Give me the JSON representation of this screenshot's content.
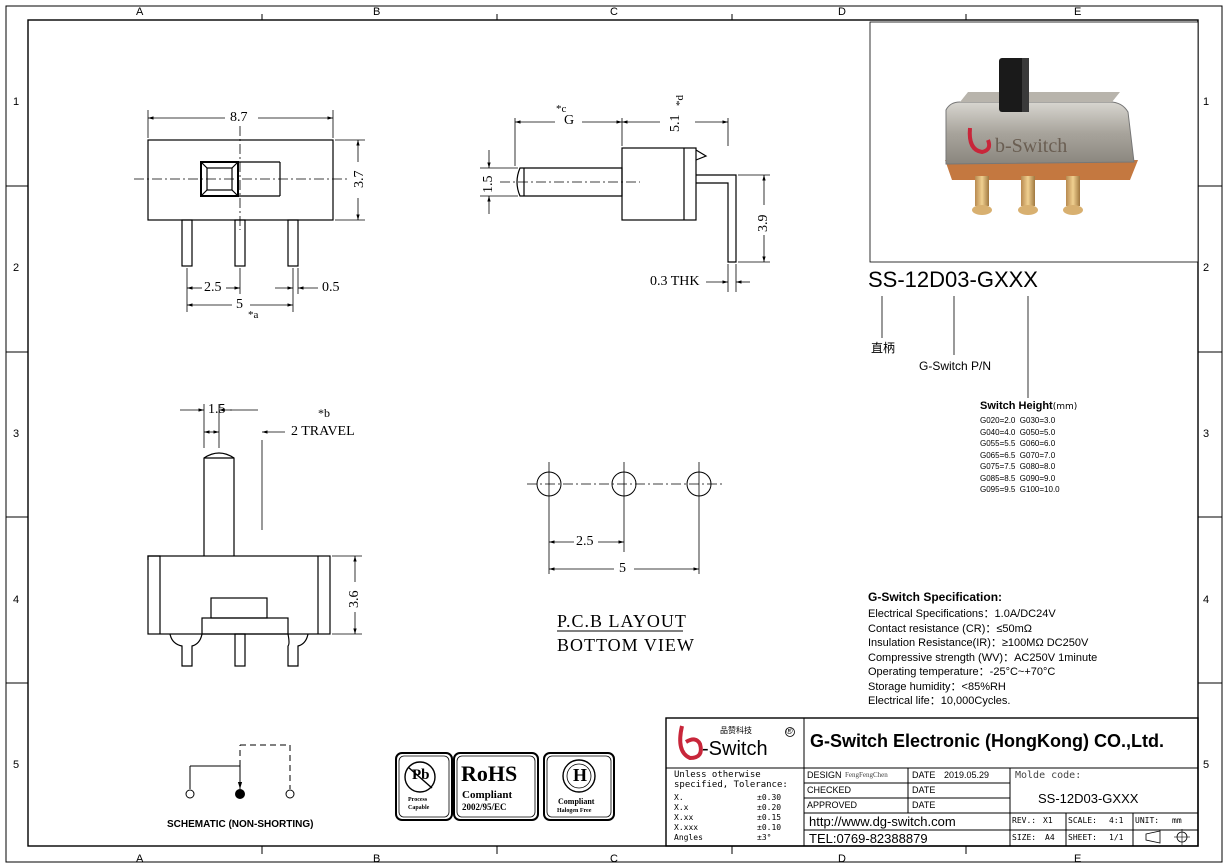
{
  "frame": {
    "columns": [
      "A",
      "B",
      "C",
      "D",
      "E"
    ],
    "rows": [
      "1",
      "2",
      "3",
      "4",
      "5"
    ]
  },
  "top_view": {
    "width": "8.7",
    "height": "3.7",
    "pin_pitch": "2.5",
    "pin_width": "0.5",
    "pin_span": "5",
    "note": "*a"
  },
  "side_view": {
    "lever_note": "*c",
    "lever_len": "G",
    "body_len": "5.1",
    "body_note": "*d",
    "lever_dia": "1.5",
    "pin_height": "3.9",
    "thickness": "0.3 THK"
  },
  "front_view": {
    "lever_width": "1.5",
    "travel_note": "*b",
    "travel": "2 TRAVEL",
    "height": "3.6"
  },
  "pcb": {
    "pitch": "2.5",
    "span": "5",
    "title1": "P.C.B LAYOUT",
    "title2": "BOTTOM VIEW"
  },
  "part": {
    "number": "SS-12D03-GXXX",
    "label_handle": "直柄",
    "label_pn": "G-Switch P/N",
    "height_title": "Switch Height",
    "height_unit": "(mm)",
    "heights": [
      "G020=2.0  G030=3.0",
      "G040=4.0  G050=5.0",
      "G055=5.5  G060=6.0",
      "G065=6.5  G070=7.0",
      "G075=7.5  G080=8.0",
      "G085=8.5  G090=9.0",
      "G095=9.5  G100=10.0"
    ],
    "photo_brand": "b-Switch"
  },
  "spec": {
    "title": "G-Switch Specification:",
    "lines": [
      "Electrical Specifications：1.0A/DC24V",
      "Contact resistance (CR)：≤50mΩ",
      "Insulation Resistance(IR)：≥100MΩ  DC250V",
      "Compressive strength (WV)：AC250V 1minute",
      "Operating temperature：-25°C~+70°C",
      "Storage humidity：<85%RH",
      "Electrical life：10,000Cycles."
    ]
  },
  "schematic": {
    "label": "SCHEMATIC (NON-SHORTING)"
  },
  "badges": {
    "pb": "Pb",
    "pb_sub1": "Process",
    "pb_sub2": "Capable",
    "rohs": "RoHS",
    "rohs_sub1": "Compliant",
    "rohs_sub2": "2002/95/EC",
    "h": "H",
    "h_sub1": "Compliant",
    "h_sub2": "Halogen Free"
  },
  "title_block": {
    "logo_cn": "品赞科技",
    "logo": "-Switch",
    "registered": "®",
    "company": "G-Switch Electronic (HongKong) CO.,Ltd.",
    "tol_title1": "Unless otherwise",
    "tol_title2": "specified, Tolerance:",
    "tol_labels": [
      "X.",
      "X.x",
      "X.xx",
      "X.xxx",
      "Angles"
    ],
    "tol_values": [
      "±0.30",
      "±0.20",
      "±0.15",
      "±0.10",
      "±3°"
    ],
    "design_label": "DESIGN",
    "design_name": "FengFengChen",
    "date_label": "DATE",
    "design_date": "2019.05.29",
    "checked_label": "CHECKED",
    "approved_label": "APPROVED",
    "model_label": "Molde code:",
    "model_value": "SS-12D03-GXXX",
    "url": "http://www.dg-switch.com",
    "tel": "TEL:0769-82388879",
    "rev_label": "REV.:",
    "rev": "X1",
    "scale_label": "SCALE:",
    "scale": "4:1",
    "unit_label": "UNIT:",
    "unit": "mm",
    "size_label": "SIZE:",
    "size": "A4",
    "sheet_label": "SHEET:",
    "sheet": "1/1"
  }
}
